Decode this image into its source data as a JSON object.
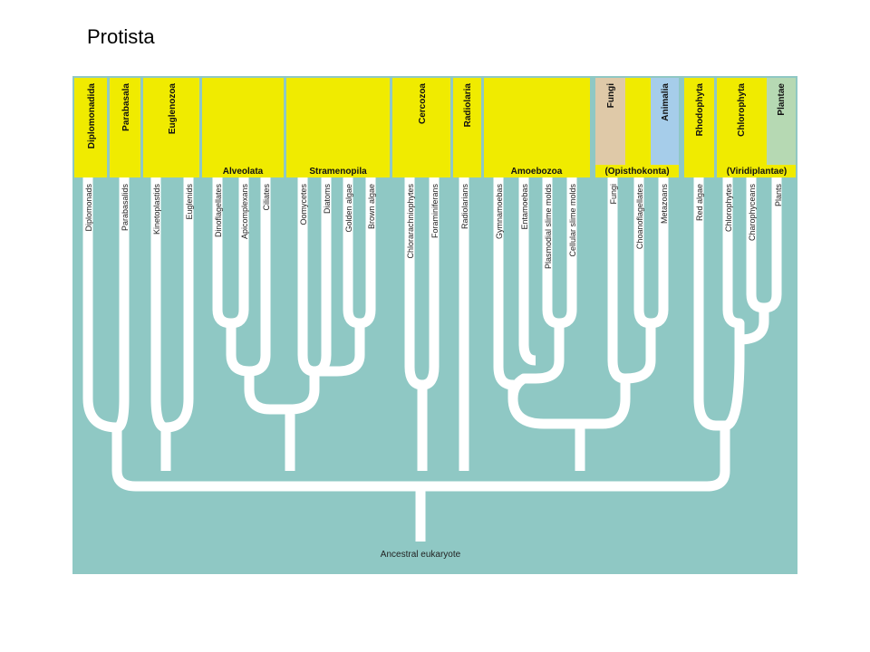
{
  "title": "Protista",
  "root_label": "Ancestral eukaryote",
  "colors": {
    "protist": "#f0eb00",
    "fungi": "#dfc9a8",
    "animalia": "#a6cdea",
    "plantae": "#b6d9b3",
    "background": "#8fc8c4",
    "branch": "#ffffff"
  },
  "groups": [
    {
      "id": "diplomonadida",
      "label": "Diplomonadida",
      "color": "protist",
      "orientation": "vertical"
    },
    {
      "id": "parabasala",
      "label": "Parabasala",
      "color": "protist",
      "orientation": "vertical"
    },
    {
      "id": "euglenozoa",
      "label": "Euglenozoa",
      "color": "protist",
      "orientation": "vertical"
    },
    {
      "id": "alveolata",
      "label": "Alveolata",
      "color": "protist",
      "orientation": "horizontal"
    },
    {
      "id": "stramenopila",
      "label": "Stramenopila",
      "color": "protist",
      "orientation": "horizontal"
    },
    {
      "id": "cercozoa",
      "label": "Cercozoa",
      "color": "protist",
      "orientation": "vertical"
    },
    {
      "id": "radiolaria",
      "label": "Radiolaria",
      "color": "protist",
      "orientation": "vertical"
    },
    {
      "id": "amoebozoa",
      "label": "Amoebozoa",
      "color": "protist",
      "orientation": "horizontal"
    },
    {
      "id": "fungi",
      "label": "Fungi",
      "color": "fungi",
      "orientation": "vertical"
    },
    {
      "id": "opisthokonta",
      "label": "(Opisthokonta)",
      "color": "",
      "orientation": "horizontal"
    },
    {
      "id": "animalia",
      "label": "Animalia",
      "color": "animalia",
      "orientation": "vertical"
    },
    {
      "id": "rhodophyta",
      "label": "Rhodophyta",
      "color": "protist",
      "orientation": "vertical"
    },
    {
      "id": "chlorophyta",
      "label": "Chlorophyta",
      "color": "protist",
      "orientation": "vertical"
    },
    {
      "id": "viridiplantae",
      "label": "(Viridiplantae)",
      "color": "",
      "orientation": "horizontal"
    },
    {
      "id": "plantae",
      "label": "Plantae",
      "color": "plantae",
      "orientation": "vertical"
    }
  ],
  "taxa": [
    "Diplomonads",
    "Parabasalids",
    "Kinetoplastids",
    "Euglenids",
    "Dinoflagellates",
    "Apicomplexans",
    "Ciliates",
    "Oomycetes",
    "Diatoms",
    "Golden algae",
    "Brown algae",
    "Chlorarachniophytes",
    "Foraminiferans",
    "Radiolarians",
    "Gymnamoebas",
    "Entamoebas",
    "Plasmodial slime molds",
    "Cellular slime molds",
    "Fungi",
    "Choanoflagellates",
    "Metazoans",
    "Red algae",
    "Chlorophytes",
    "Charophyceans",
    "Plants"
  ]
}
